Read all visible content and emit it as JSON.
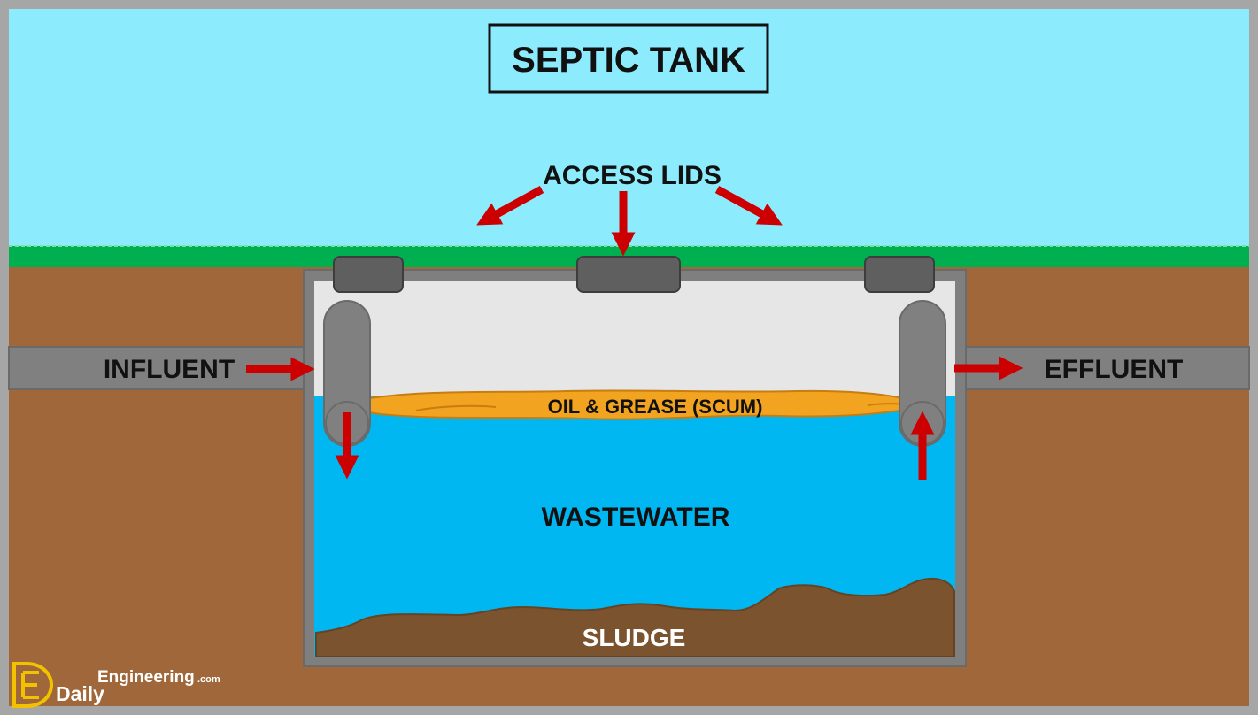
{
  "title": "SEPTIC TANK",
  "labels": {
    "access_lids": "ACCESS LIDS",
    "influent": "INFLUENT",
    "effluent": "EFFLUENT",
    "scum": "OIL & GREASE (SCUM)",
    "wastewater": "WASTEWATER",
    "sludge": "SLUDGE"
  },
  "logo": {
    "word_top": "Engineering",
    "word_suffix": ".com",
    "word_bottom": "Daily"
  },
  "colors": {
    "frame": "#a6a6a6",
    "sky": "#8cecfd",
    "grass": "#00b050",
    "soil": "#a0683a",
    "tank_wall": "#7f7f7f",
    "air": "#e6e6e6",
    "water": "#00b7f1",
    "scum": "#f2a31f",
    "sludge": "#7b532e",
    "pipe": "#808080",
    "lid": "#5f5f5f",
    "arrow": "#cc0000",
    "logo": "#f2c200"
  }
}
